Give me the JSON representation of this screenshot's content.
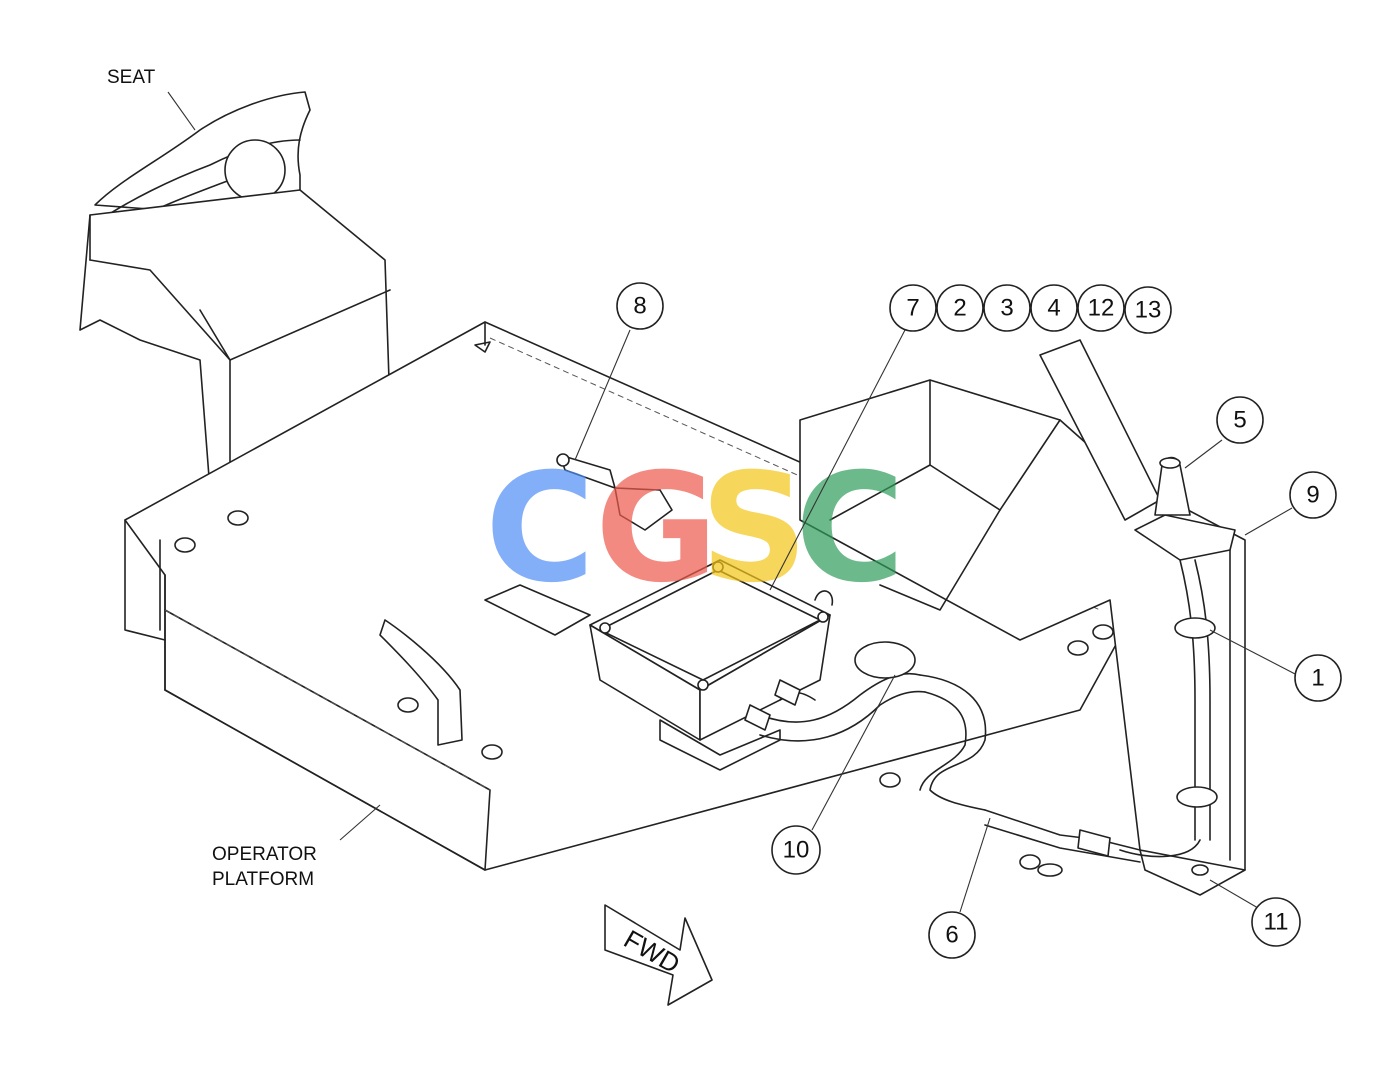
{
  "labels": {
    "seat": "SEAT",
    "operator_platform_line1": "OPERATOR",
    "operator_platform_line2": "PLATFORM",
    "forward": "FWD"
  },
  "callouts": {
    "c1": "1",
    "c2": "2",
    "c3": "3",
    "c4": "4",
    "c5": "5",
    "c6": "6",
    "c7": "7",
    "c8": "8",
    "c9": "9",
    "c10": "10",
    "c11": "11",
    "c12": "12",
    "c13": "13"
  },
  "watermark": {
    "letters": [
      "C",
      "G",
      "S",
      "C"
    ],
    "colors": [
      "#4f8ef7",
      "#ef5a4c",
      "#f5c518",
      "#2e9d5b"
    ]
  }
}
